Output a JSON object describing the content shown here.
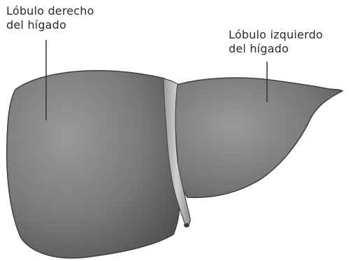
{
  "labels": {
    "right_lobe": {
      "line1": "Lóbulo derecho",
      "line2": "del hígado"
    },
    "left_lobe": {
      "line1": "Lóbulo izquierdo",
      "line2": "del hígado"
    }
  },
  "colors": {
    "liver_light": "#8a8a8a",
    "liver_mid": "#6f6f6f",
    "liver_dark": "#4a4a4a",
    "ligament": "#b8b8b8",
    "leader_line": "#333333"
  }
}
